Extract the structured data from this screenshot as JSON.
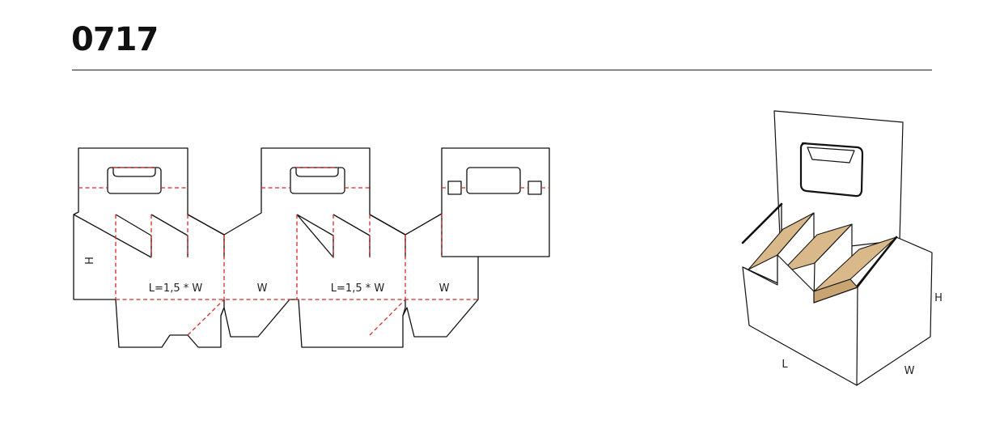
{
  "title": "0717",
  "dieline": {
    "labels": {
      "length_panel_1": "L=1,5 * W",
      "width_panel_1": "W",
      "length_panel_2": "L=1,5 * W",
      "width_panel_2": "W",
      "height": "H"
    }
  },
  "illustration": {
    "labels": {
      "height": "H",
      "length": "L",
      "width": "W"
    }
  },
  "colors": {
    "cut_line": "#111111",
    "fold_line": "#d42a2a",
    "board_interior": "#d9b98a"
  }
}
